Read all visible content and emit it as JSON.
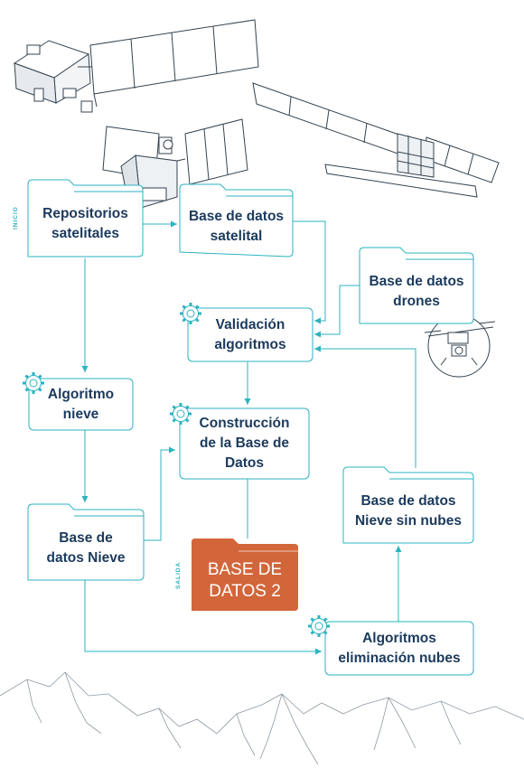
{
  "side_labels": {
    "start": "INICIO",
    "end": "SALIDA"
  },
  "nodes": {
    "repositorios": "Repositorios\nsatelitales",
    "bd_satelital": "Base de datos\nsatelital",
    "bd_drones": "Base de datos\ndrones",
    "validacion": "Validación\nalgoritmos",
    "algoritmo_nieve": "Algoritmo\nnieve",
    "construccion": "Construcción\nde la Base de\nDatos",
    "bd_nieve_sin_nubes": "Base de datos\nNieve sin nubes",
    "bd_nieve": "Base de\ndatos Nieve",
    "base_datos_2": "BASE DE\nDATOS 2",
    "eliminacion_nubes": "Algoritmos\neliminación nubes"
  },
  "colors": {
    "accent": "#2bb3c0",
    "text": "#1b3a5c",
    "output": "#d2663a",
    "line_art": "#34434f"
  },
  "icons": [
    "satellite-icon",
    "drone-icon",
    "gear-icon",
    "folder-icon",
    "mountains-icon"
  ]
}
